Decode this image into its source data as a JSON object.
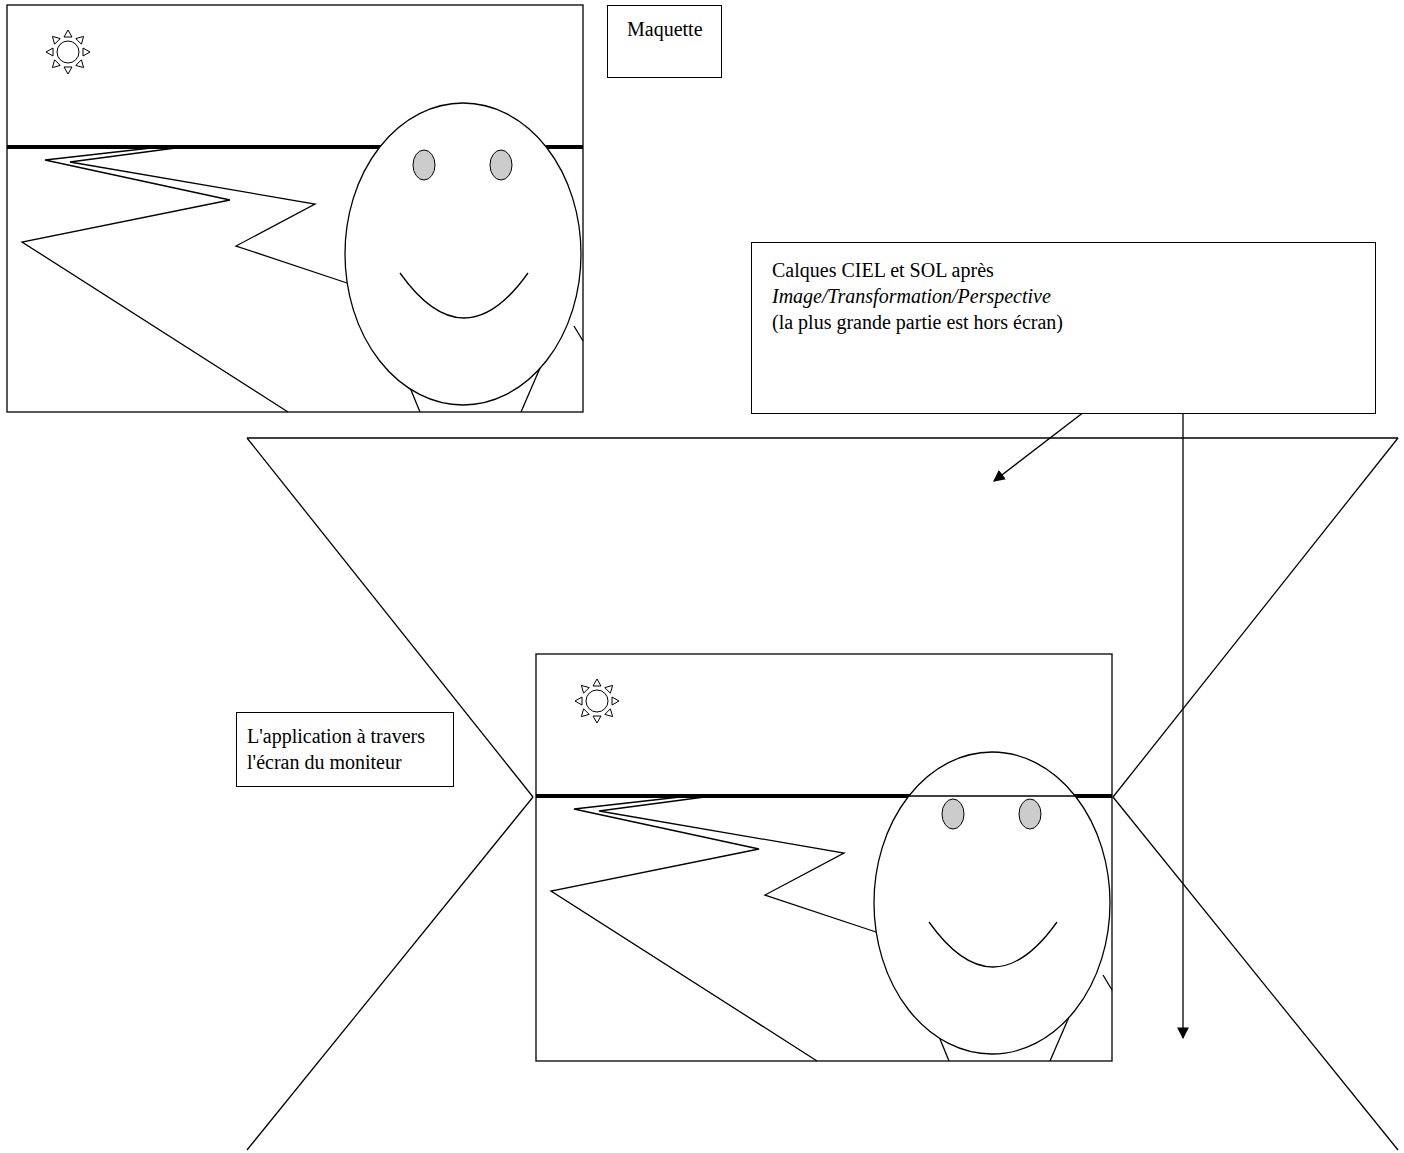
{
  "diagram": {
    "nodes": [
      {
        "text": [
          "Maquette"
        ]
      },
      {
        "text": [
          "Calques CIEL et SOL après",
          "Image/Transformation/Perspective",
          "(la plus grande partie est hors écran)"
        ]
      },
      {
        "text": [
          "L'application à travers l'écran du moniteur"
        ]
      }
    ]
  }
}
